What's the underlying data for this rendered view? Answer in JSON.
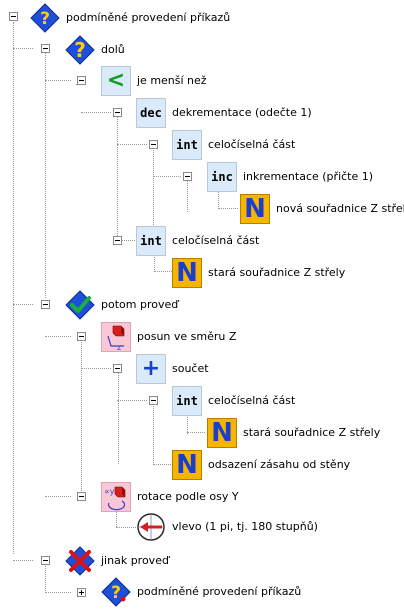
{
  "tree": {
    "root": {
      "label": "podmíněné provedení příkazů",
      "icon": "question-diamond-icon"
    },
    "condition": {
      "label": "dolů",
      "icon": "question-diamond-icon"
    },
    "less_than": {
      "label": "je menší než",
      "symbol": "<",
      "icon": "less-than-icon"
    },
    "dec": {
      "label": "dekrementace (odečte 1)",
      "code": "dec",
      "icon": "dec-icon"
    },
    "int1": {
      "label": "celočíselná část",
      "code": "int",
      "icon": "int-icon"
    },
    "inc": {
      "label": "inkrementace (přičte 1)",
      "code": "inc",
      "icon": "inc-icon"
    },
    "new_coord": {
      "label": "nová souřadnice Z střely",
      "letter": "N",
      "icon": "number-icon"
    },
    "int2": {
      "label": "celočíselná část",
      "code": "int",
      "icon": "int-icon"
    },
    "old_coord1": {
      "label": "stará souřadnice Z střely",
      "letter": "N",
      "icon": "number-icon"
    },
    "then": {
      "label": "potom proveď",
      "icon": "check-diamond-icon"
    },
    "move": {
      "label": "posun ve směru Z",
      "icon": "move-z-icon"
    },
    "sum": {
      "label": "součet",
      "symbol": "+",
      "icon": "plus-icon"
    },
    "int3": {
      "label": "celočíselná část",
      "code": "int",
      "icon": "int-icon"
    },
    "old_coord2": {
      "label": "stará souřadnice Z střely",
      "letter": "N",
      "icon": "number-icon"
    },
    "offset": {
      "label": "odsazení zásahu od stěny",
      "letter": "N",
      "icon": "number-icon"
    },
    "rotate": {
      "label": "rotace podle osy Y",
      "icon": "rotate-y-icon"
    },
    "left": {
      "label": "vlevo (1 pi, tj. 180 stupňů)",
      "icon": "direction-left-icon"
    },
    "else": {
      "label": "jinak proveď",
      "icon": "cross-diamond-icon"
    },
    "sub_if": {
      "label": "podmíněné provedení příkazů",
      "icon": "question-diamond-icon"
    }
  },
  "colors": {
    "code_bg": "#dbeaf9",
    "number_bg": "#f7b500",
    "number_letter": "#1d3ec8",
    "pink_bg": "#f8c8d6",
    "diamond": "#1f4fd8"
  }
}
